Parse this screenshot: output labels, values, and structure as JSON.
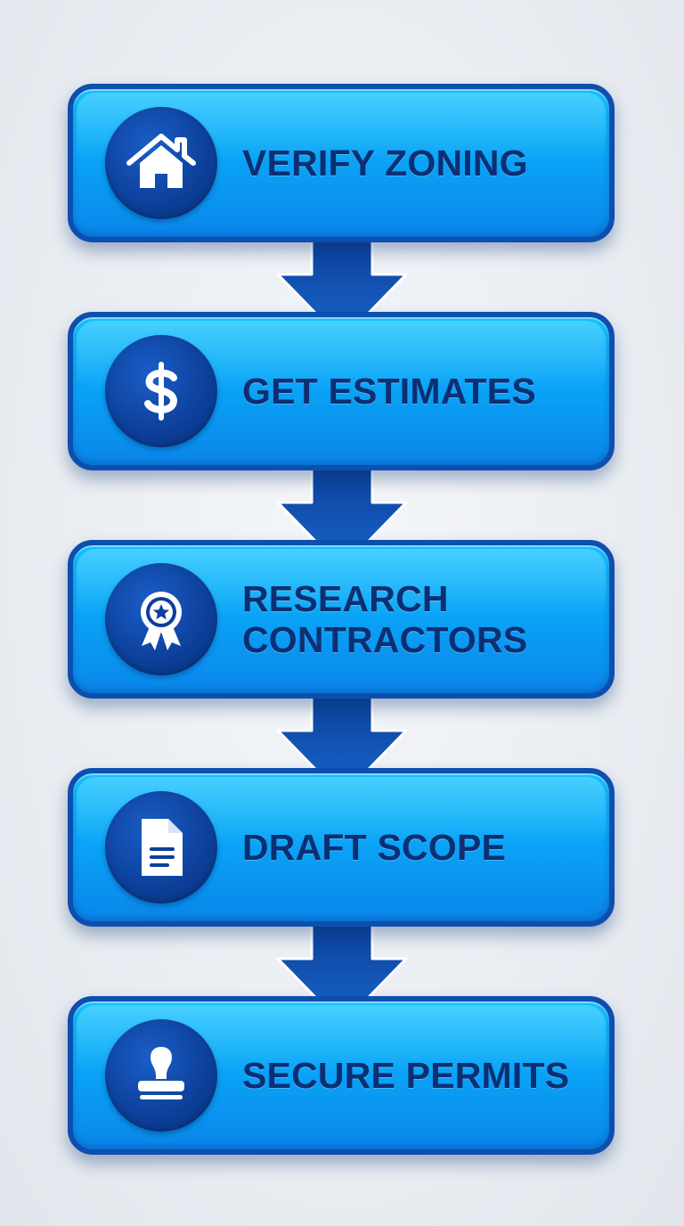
{
  "colors": {
    "box_fill_top": "#14c3ff",
    "box_fill_bottom": "#0a86ea",
    "box_border": "#0d4fae",
    "badge": "#0c3f99",
    "label_text": "#0c2f73",
    "arrow": "#0f4fb4",
    "background": "#e9edf2"
  },
  "steps": [
    {
      "label": "VERIFY ZONING",
      "icon": "house-icon"
    },
    {
      "label": "GET ESTIMATES",
      "icon": "dollar-icon"
    },
    {
      "label": "RESEARCH\nCONTRACTORS",
      "icon": "award-ribbon-icon"
    },
    {
      "label": "DRAFT SCOPE",
      "icon": "document-icon"
    },
    {
      "label": "SECURE PERMITS",
      "icon": "stamp-icon"
    }
  ]
}
